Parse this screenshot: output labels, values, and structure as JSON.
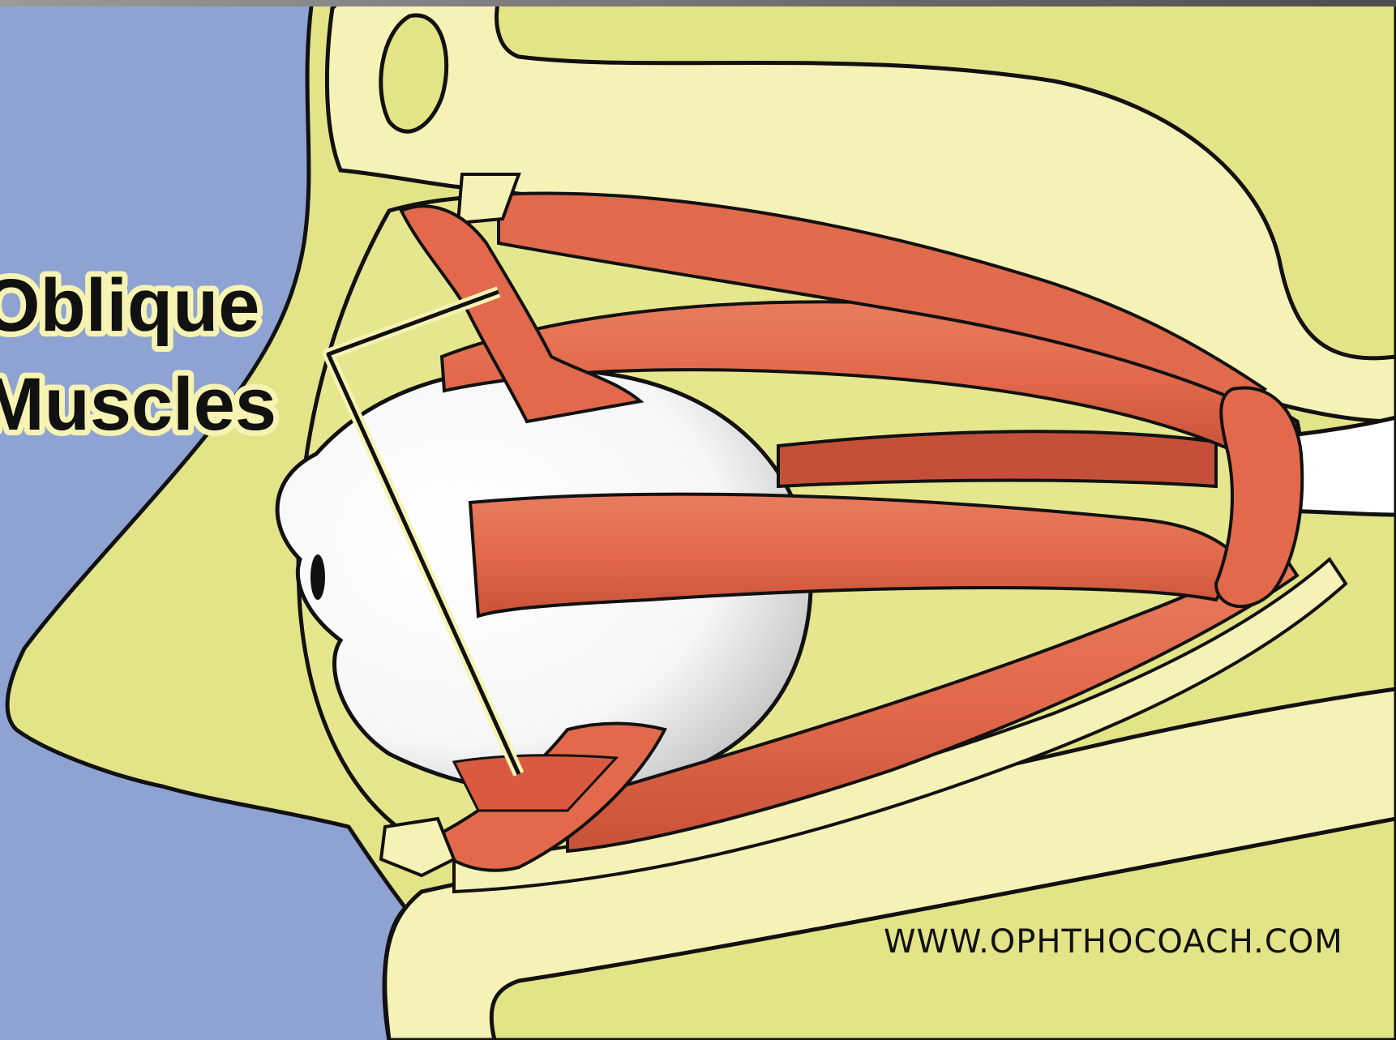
{
  "label": {
    "line1": "Oblique",
    "line2": "Muscles"
  },
  "credit": {
    "url": "WWW.OPHTHOCOACH.COM"
  },
  "colors": {
    "background_blue": "#8ea3d2",
    "skin_yellow": "#e3e387",
    "bone_cream": "#f6f1b6",
    "muscle_red": "#e2694b",
    "muscle_shadow": "#b9452f",
    "eye_white": "#ffffff",
    "outline": "#111111",
    "top_bar": "#6d6d6d"
  }
}
